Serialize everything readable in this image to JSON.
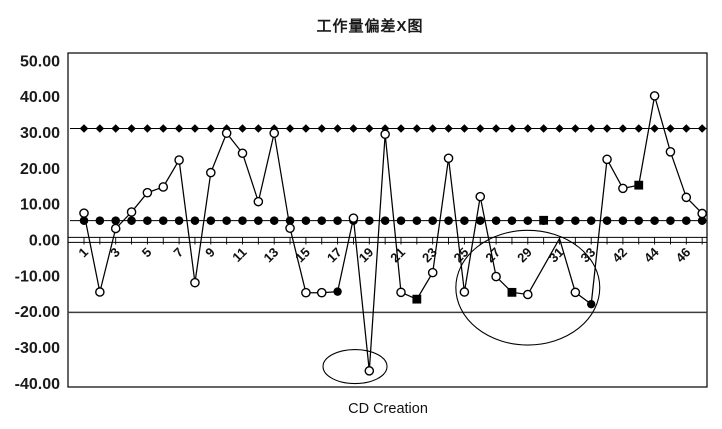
{
  "chart_data": {
    "type": "line",
    "title": "工作量偏差X图",
    "xlabel": "CD Creation",
    "grid": false,
    "legend": "none",
    "ylim": [
      -41,
      52
    ],
    "yticks": [
      {
        "v": 50,
        "label": "50.00"
      },
      {
        "v": 40,
        "label": "40.00"
      },
      {
        "v": 30,
        "label": "30.00"
      },
      {
        "v": 20,
        "label": "20.00"
      },
      {
        "v": 10,
        "label": "10.00"
      },
      {
        "v": 0,
        "label": "0.00"
      },
      {
        "v": -10,
        "label": "-10.00"
      },
      {
        "v": -20,
        "label": "-20.00"
      },
      {
        "v": -30,
        "label": "-30.00"
      },
      {
        "v": -40,
        "label": "-40.00"
      }
    ],
    "x_tick_labels": [
      {
        "i": 1,
        "t": "1"
      },
      {
        "i": 3,
        "t": "3"
      },
      {
        "i": 5,
        "t": "5"
      },
      {
        "i": 7,
        "t": "7"
      },
      {
        "i": 9,
        "t": "9"
      },
      {
        "i": 11,
        "t": "11"
      },
      {
        "i": 13,
        "t": "13"
      },
      {
        "i": 15,
        "t": "15"
      },
      {
        "i": 17,
        "t": "17"
      },
      {
        "i": 19,
        "t": "19"
      },
      {
        "i": 21,
        "t": "21"
      },
      {
        "i": 23,
        "t": "23"
      },
      {
        "i": 25,
        "t": "25"
      },
      {
        "i": 27,
        "t": "27"
      },
      {
        "i": 29,
        "t": "29"
      },
      {
        "i": 31,
        "t": "31"
      },
      {
        "i": 33,
        "t": "33"
      },
      {
        "i": 35,
        "t": "42"
      },
      {
        "i": 37,
        "t": "44"
      },
      {
        "i": 39,
        "t": "46"
      }
    ],
    "control_limits": {
      "ucl": 31.1,
      "cl": 5.4,
      "lcl": -20.2
    },
    "series": [
      {
        "name": "工作量偏差",
        "marker_legend": {
          "o": "open-circle",
          "f": "filled-circle",
          "s": "filled-square",
          "n": "no-marker"
        },
        "points": [
          {
            "i": 1,
            "v": 7.5,
            "m": "o"
          },
          {
            "i": 2,
            "v": -14.5,
            "m": "o"
          },
          {
            "i": 3,
            "v": 3.2,
            "m": "o"
          },
          {
            "i": 4,
            "v": 7.8,
            "m": "o"
          },
          {
            "i": 5,
            "v": 13.2,
            "m": "o"
          },
          {
            "i": 6,
            "v": 14.8,
            "m": "o"
          },
          {
            "i": 7,
            "v": 22.3,
            "m": "o"
          },
          {
            "i": 8,
            "v": -11.9,
            "m": "o"
          },
          {
            "i": 9,
            "v": 18.8,
            "m": "o"
          },
          {
            "i": 10,
            "v": 29.8,
            "m": "o"
          },
          {
            "i": 11,
            "v": 24.2,
            "m": "o"
          },
          {
            "i": 12,
            "v": 10.7,
            "m": "o"
          },
          {
            "i": 13,
            "v": 29.8,
            "m": "o"
          },
          {
            "i": 14,
            "v": 3.3,
            "m": "o"
          },
          {
            "i": 15,
            "v": -14.7,
            "m": "o"
          },
          {
            "i": 16,
            "v": -14.7,
            "m": "o"
          },
          {
            "i": 17,
            "v": -14.4,
            "m": "f"
          },
          {
            "i": 18,
            "v": 6.1,
            "m": "o"
          },
          {
            "i": 19,
            "v": -36.5,
            "m": "o"
          },
          {
            "i": 20,
            "v": 29.5,
            "m": "o"
          },
          {
            "i": 21,
            "v": -14.6,
            "m": "o"
          },
          {
            "i": 22,
            "v": -16.5,
            "m": "s"
          },
          {
            "i": 23,
            "v": -9.1,
            "m": "o"
          },
          {
            "i": 24,
            "v": 22.8,
            "m": "o"
          },
          {
            "i": 25,
            "v": -14.5,
            "m": "o"
          },
          {
            "i": 26,
            "v": 12.1,
            "m": "o"
          },
          {
            "i": 27,
            "v": -10.2,
            "m": "o"
          },
          {
            "i": 28,
            "v": -14.6,
            "m": "s"
          },
          {
            "i": 29,
            "v": -15.2,
            "m": "o"
          },
          {
            "i": 30,
            "v": -7.4,
            "m": "n"
          },
          {
            "i": 31,
            "v": 0.4,
            "m": "n"
          },
          {
            "i": 32,
            "v": -14.6,
            "m": "o"
          },
          {
            "i": 33,
            "v": -17.9,
            "m": "f"
          },
          {
            "i": 34,
            "v": 22.5,
            "m": "o"
          },
          {
            "i": 35,
            "v": 14.4,
            "m": "o"
          },
          {
            "i": 36,
            "v": 15.3,
            "m": "s"
          },
          {
            "i": 37,
            "v": 40.2,
            "m": "o"
          },
          {
            "i": 38,
            "v": 24.6,
            "m": "o"
          },
          {
            "i": 39,
            "v": 11.9,
            "m": "o"
          },
          {
            "i": 40,
            "v": 7.4,
            "m": "o"
          }
        ]
      }
    ],
    "extra_markers": [
      {
        "i": 30,
        "v": 5.5,
        "m": "s"
      }
    ],
    "annotations": [
      {
        "shape": "ellipse",
        "center_i": 18.1,
        "center_v": -35.3,
        "rx_i": 2.02,
        "ry_v": 4.74
      },
      {
        "shape": "ellipse",
        "center_i": 29.0,
        "center_v": -13.3,
        "rx_i": 4.54,
        "ry_v": 16.0
      }
    ],
    "colors": {
      "line": "#000000",
      "ucl": "#000000",
      "cl": "#000000",
      "lcl": "#3d3d3d",
      "background": "#ffffff"
    }
  }
}
